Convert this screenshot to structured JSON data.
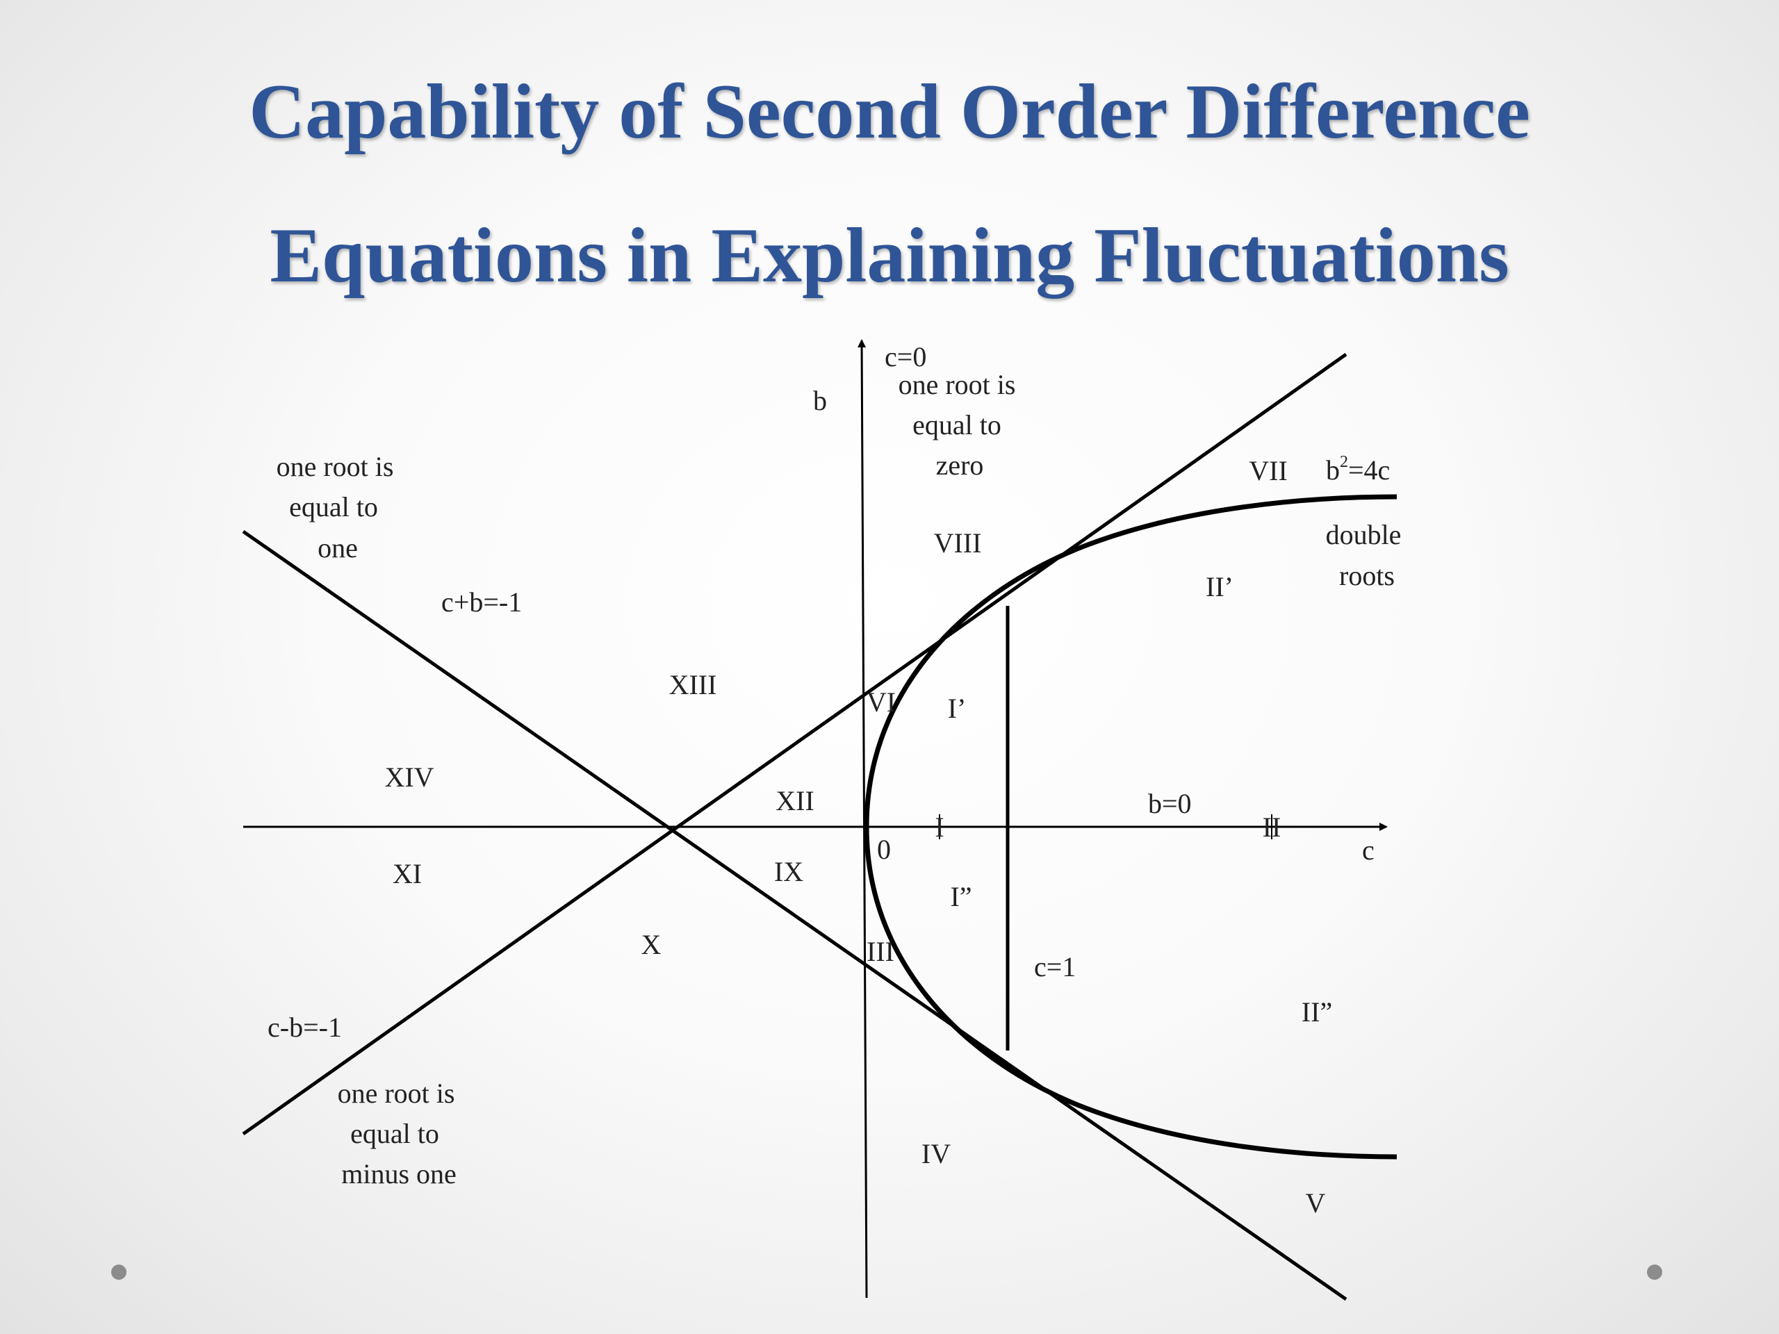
{
  "title": {
    "line1": "Capability of Second Order Difference",
    "line2": "Equations in Explaining Fluctuations"
  },
  "colors": {
    "title": "#2f5597",
    "lines": "#000000",
    "dots": "#8c8c8c"
  },
  "diagram": {
    "axis_labels": {
      "vertical": "b",
      "horizontal": "c",
      "origin": "0"
    },
    "curve_labels": {
      "c0": "c=0",
      "c0_desc": [
        "one root is",
        "equal to",
        "zero"
      ],
      "parabola": "b",
      "parabola_sup": "2",
      "parabola_rest": "=4c",
      "parabola_desc": [
        "double",
        "roots"
      ],
      "cplusb": "c+b=-1",
      "cplusb_desc": [
        "one root is",
        "equal to",
        "one"
      ],
      "cminusb": "c-b=-1",
      "cminusb_desc": [
        "one root is",
        "equal to",
        "minus one"
      ],
      "b0": "b=0",
      "c1": "c=1"
    },
    "regions": {
      "I": "I",
      "II": "II",
      "I_prime": "I’",
      "I_dprime": "I”",
      "II_prime": "II’",
      "II_dprime": "II”",
      "III": "III",
      "IV": "IV",
      "V": "V",
      "VI": "VI",
      "VII": "VII",
      "VIII": "VIII",
      "IX": "IX",
      "X": "X",
      "XI": "XI",
      "XII": "XII",
      "XIII": "XIII",
      "XIV": "XIV"
    }
  }
}
